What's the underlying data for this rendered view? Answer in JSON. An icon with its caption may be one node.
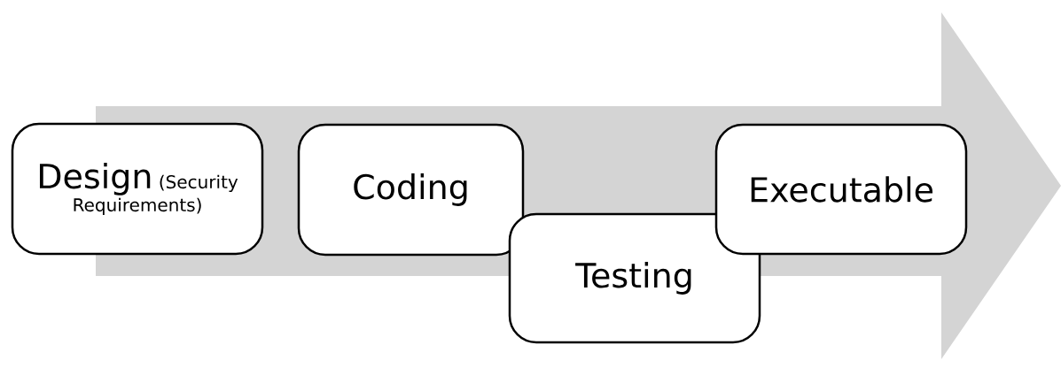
{
  "diagram": {
    "nodes": [
      {
        "text": [
          "Design",
          "(Security Requirements)"
        ]
      },
      {
        "text": [
          "Coding"
        ]
      },
      {
        "text": [
          "Testing"
        ]
      },
      {
        "text": [
          "Executable"
        ]
      }
    ]
  }
}
